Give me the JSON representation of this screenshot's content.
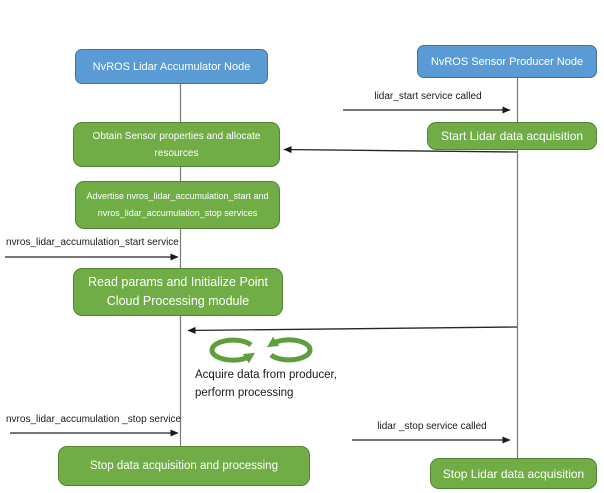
{
  "nodes": {
    "accumulator": {
      "label": "NvROS Lidar Accumulator Node"
    },
    "producer": {
      "label": "NvROS Sensor Producer Node"
    }
  },
  "activities": {
    "obtain": {
      "label": "Obtain Sensor properties and allocate resources"
    },
    "advertise": {
      "label": "Advertise nvros_lidar_accumulation_start and nvros_lidar_accumulation_stop services"
    },
    "read_params": {
      "label": "Read params and Initialize Point Cloud Processing module"
    },
    "stop_processing": {
      "label": "Stop data acquisition and processing"
    },
    "start_lidar": {
      "label": "Start Lidar data acquisition"
    },
    "stop_lidar": {
      "label": "Stop Lidar data acquisition"
    }
  },
  "messages": {
    "lidar_start": {
      "label": "lidar_start service called",
      "direction": "left-to-right"
    },
    "start_ack": {
      "label": "",
      "direction": "right-to-left"
    },
    "accumulation_start": {
      "label": "nvros_lidar_accumulation_start service",
      "direction": "left-to-right"
    },
    "data_stream": {
      "label": "",
      "direction": "right-to-left"
    },
    "accumulation_stop": {
      "label": "nvros_lidar_accumulation _stop service",
      "direction": "left-to-right"
    },
    "lidar_stop": {
      "label": "lidar _stop service called",
      "direction": "left-to-right"
    }
  },
  "notes": {
    "acquire_line1": "Acquire data from producer,",
    "acquire_line2": "perform processing"
  },
  "icons": {
    "loop": "loop-cycle-icon"
  },
  "colors": {
    "node_fill": "#5b9bd5",
    "node_border": "#41719c",
    "activity_fill": "#70ad47",
    "activity_border": "#548235",
    "arrow": "#1a1a1a",
    "lifeline": "#7a7a7a",
    "loop_icon": "#5f9e3e",
    "background": "#ffffff"
  }
}
